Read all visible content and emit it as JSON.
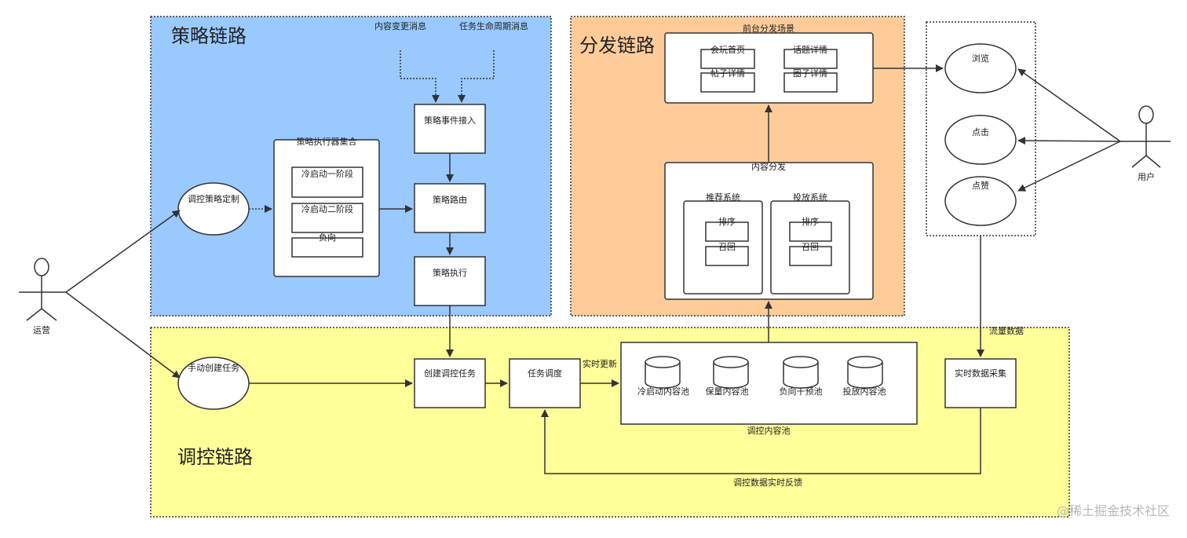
{
  "zones": {
    "strategy": "策略链路",
    "dispatch": "分发链路",
    "control": "调控链路"
  },
  "colors": {
    "strategy_bg": "#99c9ff",
    "dispatch_bg": "#ffcc99",
    "control_bg": "#ffff99",
    "line": "#333333"
  },
  "actors": {
    "ops": "运营",
    "user": "用户"
  },
  "strategy": {
    "msg_content": "内容变更消息",
    "msg_lifecycle": "任务生命周期消息",
    "event_in": "策略事件接入",
    "route": "策略路由",
    "execute": "策略执行",
    "custom": "调控策略定制",
    "executors_title": "策略执行器集合",
    "executors": [
      "冷启动一阶段",
      "冷启动二阶段",
      "负向"
    ]
  },
  "dispatch": {
    "scene_title": "前台分发场景",
    "scenes": [
      "会玩首页",
      "话题详情",
      "帖子详情",
      "圈子详情"
    ],
    "content_title": "内容分发",
    "rec_title": "推荐系统",
    "ads_title": "投放系统",
    "sort": "排序",
    "recall": "召回"
  },
  "behaviors": [
    "浏览",
    "点击",
    "点赞"
  ],
  "control": {
    "manual": "手动创建任务",
    "create": "创建调控任务",
    "schedule": "任务调度",
    "realtime_update": "实时更新",
    "pools": [
      "冷启动内容池",
      "保量内容池",
      "负向干预池",
      "投放内容池"
    ],
    "pool_title": "调控内容池",
    "traffic": "流量数据",
    "collect": "实时数据采集",
    "feedback": "调控数据实时反馈"
  },
  "watermark": "@稀土掘金技术社区"
}
